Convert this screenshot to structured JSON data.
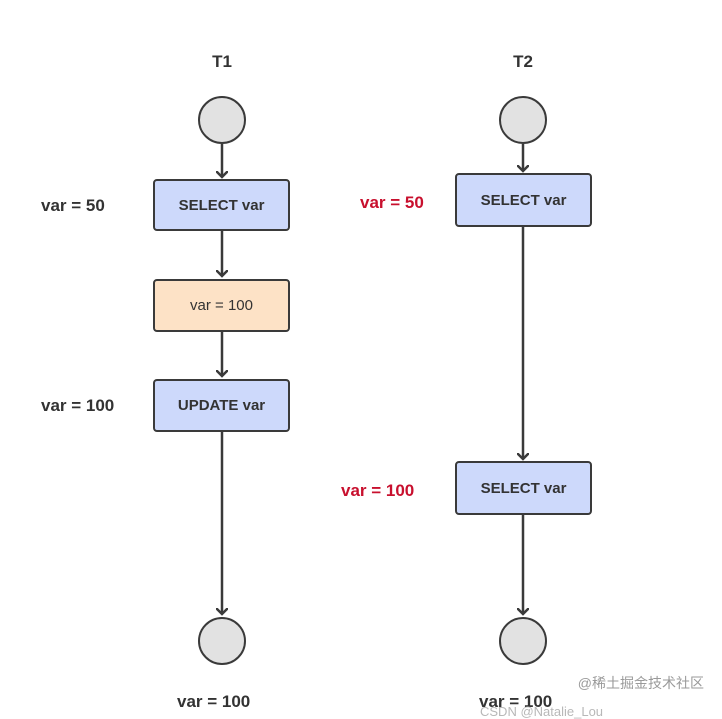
{
  "columns": {
    "t1": {
      "title": "T1"
    },
    "t2": {
      "title": "T2"
    }
  },
  "t1": {
    "step1": "SELECT var",
    "step2": "var = 100",
    "step3": "UPDATE var",
    "label_step1": "var = 50",
    "label_step3": "var = 100",
    "label_end": "var = 100"
  },
  "t2": {
    "step1": "SELECT var",
    "step2": "SELECT var",
    "label_step1": "var = 50",
    "label_step2": "var = 100",
    "label_end": "var = 100"
  },
  "watermark": "@稀土掘金技术社区",
  "watermark_cut": "CSDN @Natalie_Lou",
  "colors": {
    "process_box": "#cdd9fb",
    "assign_box": "#fde2c6",
    "terminal": "#e2e2e2",
    "highlight_text": "#c8102e"
  }
}
